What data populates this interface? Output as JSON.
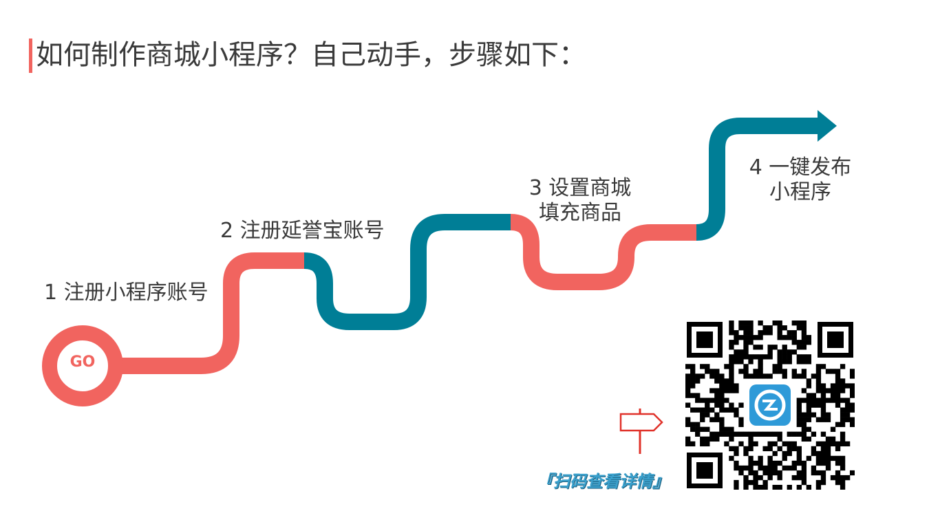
{
  "title": "如何制作商城小程序？自己动手，步骤如下：",
  "colors": {
    "accent": "#f1645f",
    "teal": "#007e96",
    "text": "#3a3a3a",
    "caption": "#3aa0cc"
  },
  "go_label": "GO",
  "steps": [
    {
      "line1": "1 注册小程序账号"
    },
    {
      "line1": "2 注册延誉宝账号"
    },
    {
      "line1": "3 设置商城",
      "line2": "填充商品"
    },
    {
      "line1": "4 一键发布",
      "line2": "小程序"
    }
  ],
  "qr_caption": "『扫码查看详情』",
  "icons": {
    "signpost": "signpost-icon",
    "qr_logo": "brand-logo-icon"
  }
}
